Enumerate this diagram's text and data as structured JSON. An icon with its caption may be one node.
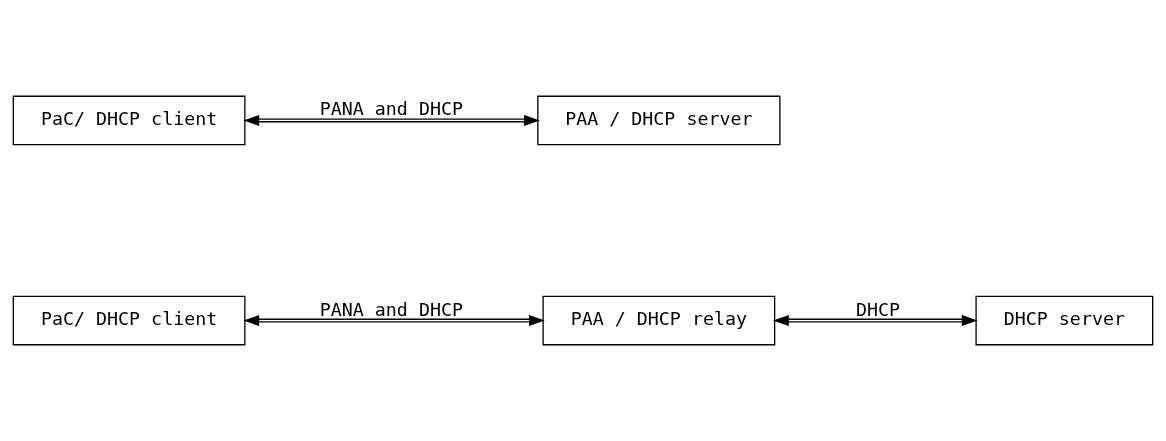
{
  "diagram": {
    "nodes": [
      {
        "text": [
          "PaC/ DHCP client"
        ]
      },
      {
        "text": [
          "PAA / DHCP server"
        ]
      },
      {
        "text": [
          "PaC/ DHCP client"
        ]
      },
      {
        "text": [
          "PAA / DHCP relay"
        ]
      },
      {
        "text": [
          "DHCP server"
        ]
      }
    ],
    "edges": [
      {
        "from": 0,
        "to": 1,
        "arrow": "both",
        "label": "PANA and DHCP"
      },
      {
        "from": 2,
        "to": 3,
        "arrow": "both",
        "label": "PANA and DHCP"
      },
      {
        "from": 3,
        "to": 4,
        "arrow": "both",
        "label": "DHCP"
      }
    ]
  }
}
